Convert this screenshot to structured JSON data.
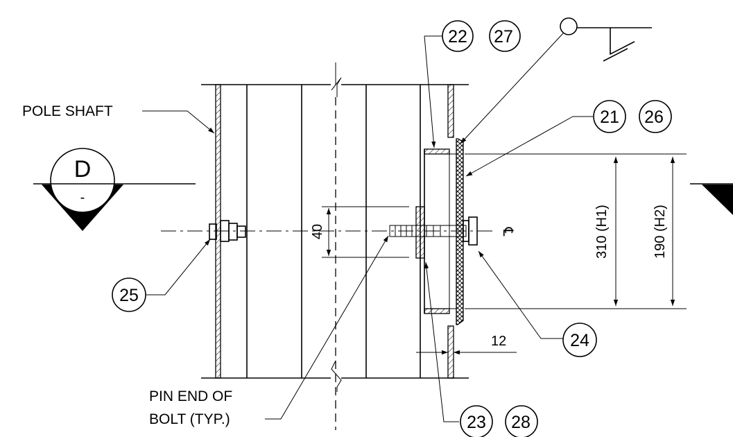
{
  "labels": {
    "pole_shaft": "POLE SHAFT",
    "pin_end_line1": "PIN END OF",
    "pin_end_line2": "BOLT (TYP.)"
  },
  "section_marker": {
    "letter": "D",
    "sub": "-"
  },
  "callouts": {
    "c21": "21",
    "c22": "22",
    "c23": "23",
    "c24": "24",
    "c25": "25",
    "c26": "26",
    "c27": "27",
    "c28": "28"
  },
  "dimensions": {
    "d40": "40",
    "d12": "12",
    "h1": "310 (H1)",
    "h2": "190 (H2)"
  },
  "centerline_symbol": "℄"
}
